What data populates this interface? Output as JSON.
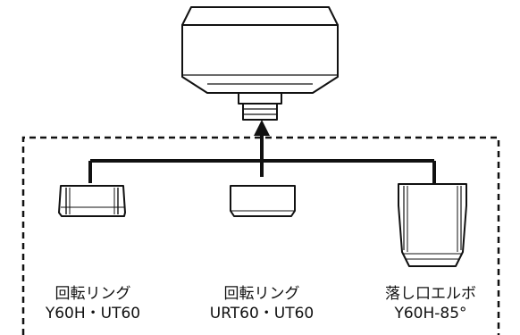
{
  "parts": [
    {
      "name_line1": "回転リング",
      "name_line2": "Y60H・UT60"
    },
    {
      "name_line1": "回転リング",
      "name_line2": "URT60・UT60"
    },
    {
      "name_line1": "落し口エルボ",
      "name_line2": "Y60H-85°"
    }
  ]
}
